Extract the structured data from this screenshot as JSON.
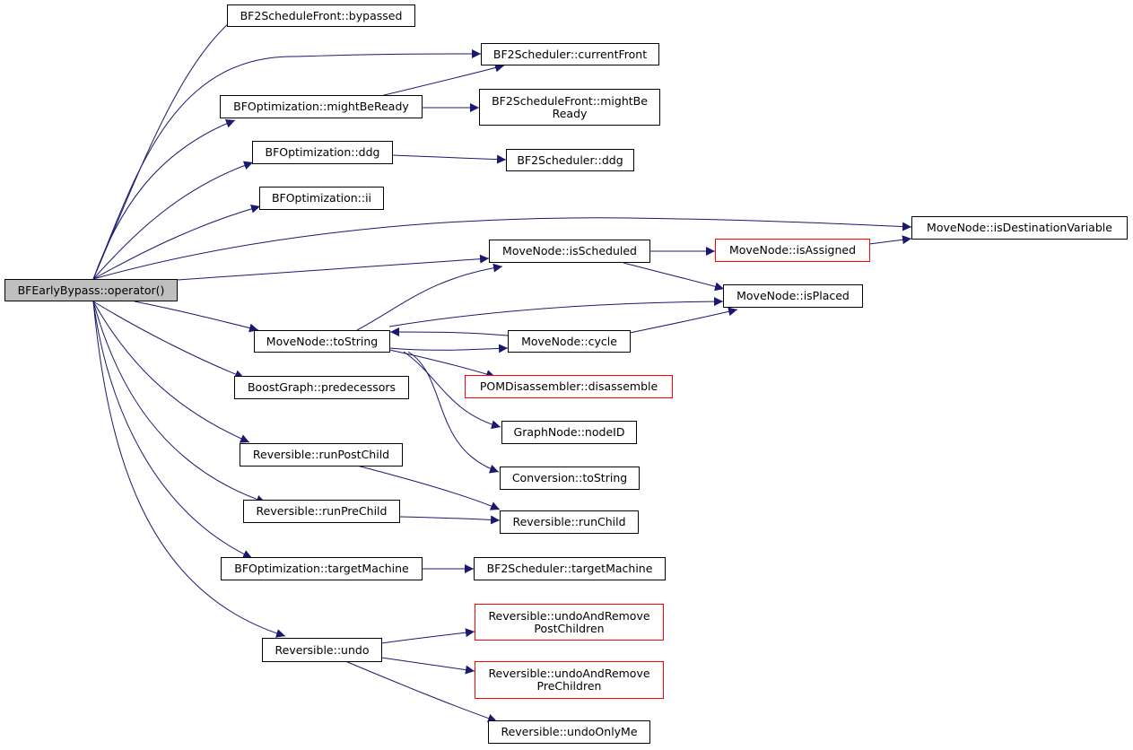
{
  "graph": {
    "edge_color": "#191970",
    "incomplete_border_color": "#ff0000",
    "root_fill": "#bfbfbf",
    "nodes": {
      "root": [
        "BFEarlyBypass::operator()"
      ],
      "bypassed": [
        "BF2ScheduleFront::bypassed"
      ],
      "currentFront": [
        "BF2Scheduler::currentFront"
      ],
      "mightBeReady": [
        "BFOptimization::mightBeReady"
      ],
      "sfMightBeReady": [
        "BF2ScheduleFront::mightBe",
        "Ready"
      ],
      "bfoDdg": [
        "BFOptimization::ddg"
      ],
      "bf2Ddg": [
        "BF2Scheduler::ddg"
      ],
      "ii": [
        "BFOptimization::ii"
      ],
      "isDestVar": [
        "MoveNode::isDestinationVariable"
      ],
      "isScheduled": [
        "MoveNode::isScheduled"
      ],
      "isAssigned": [
        "MoveNode::isAssigned"
      ],
      "isPlaced": [
        "MoveNode::isPlaced"
      ],
      "toString": [
        "MoveNode::toString"
      ],
      "cycle": [
        "MoveNode::cycle"
      ],
      "disassemble": [
        "POMDisassembler::disassemble"
      ],
      "predecessors": [
        "BoostGraph::predecessors"
      ],
      "nodeID": [
        "GraphNode::nodeID"
      ],
      "convToString": [
        "Conversion::toString"
      ],
      "runPostChild": [
        "Reversible::runPostChild"
      ],
      "runPreChild": [
        "Reversible::runPreChild"
      ],
      "runChild": [
        "Reversible::runChild"
      ],
      "bfoTarget": [
        "BFOptimization::targetMachine"
      ],
      "bf2Target": [
        "BF2Scheduler::targetMachine"
      ],
      "undo": [
        "Reversible::undo"
      ],
      "undoPost": [
        "Reversible::undoAndRemove",
        "PostChildren"
      ],
      "undoPre": [
        "Reversible::undoAndRemove",
        "PreChildren"
      ],
      "undoOnlyMe": [
        "Reversible::undoOnlyMe"
      ]
    }
  }
}
